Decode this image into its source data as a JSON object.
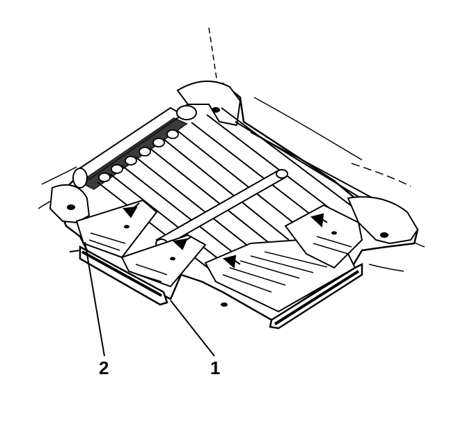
{
  "diagram": {
    "callouts": [
      {
        "id": "1",
        "label": "1"
      },
      {
        "id": "2",
        "label": "2"
      }
    ],
    "colors": {
      "ink": "#000000",
      "paper": "#ffffff",
      "shade": "#1a1a1a"
    }
  }
}
